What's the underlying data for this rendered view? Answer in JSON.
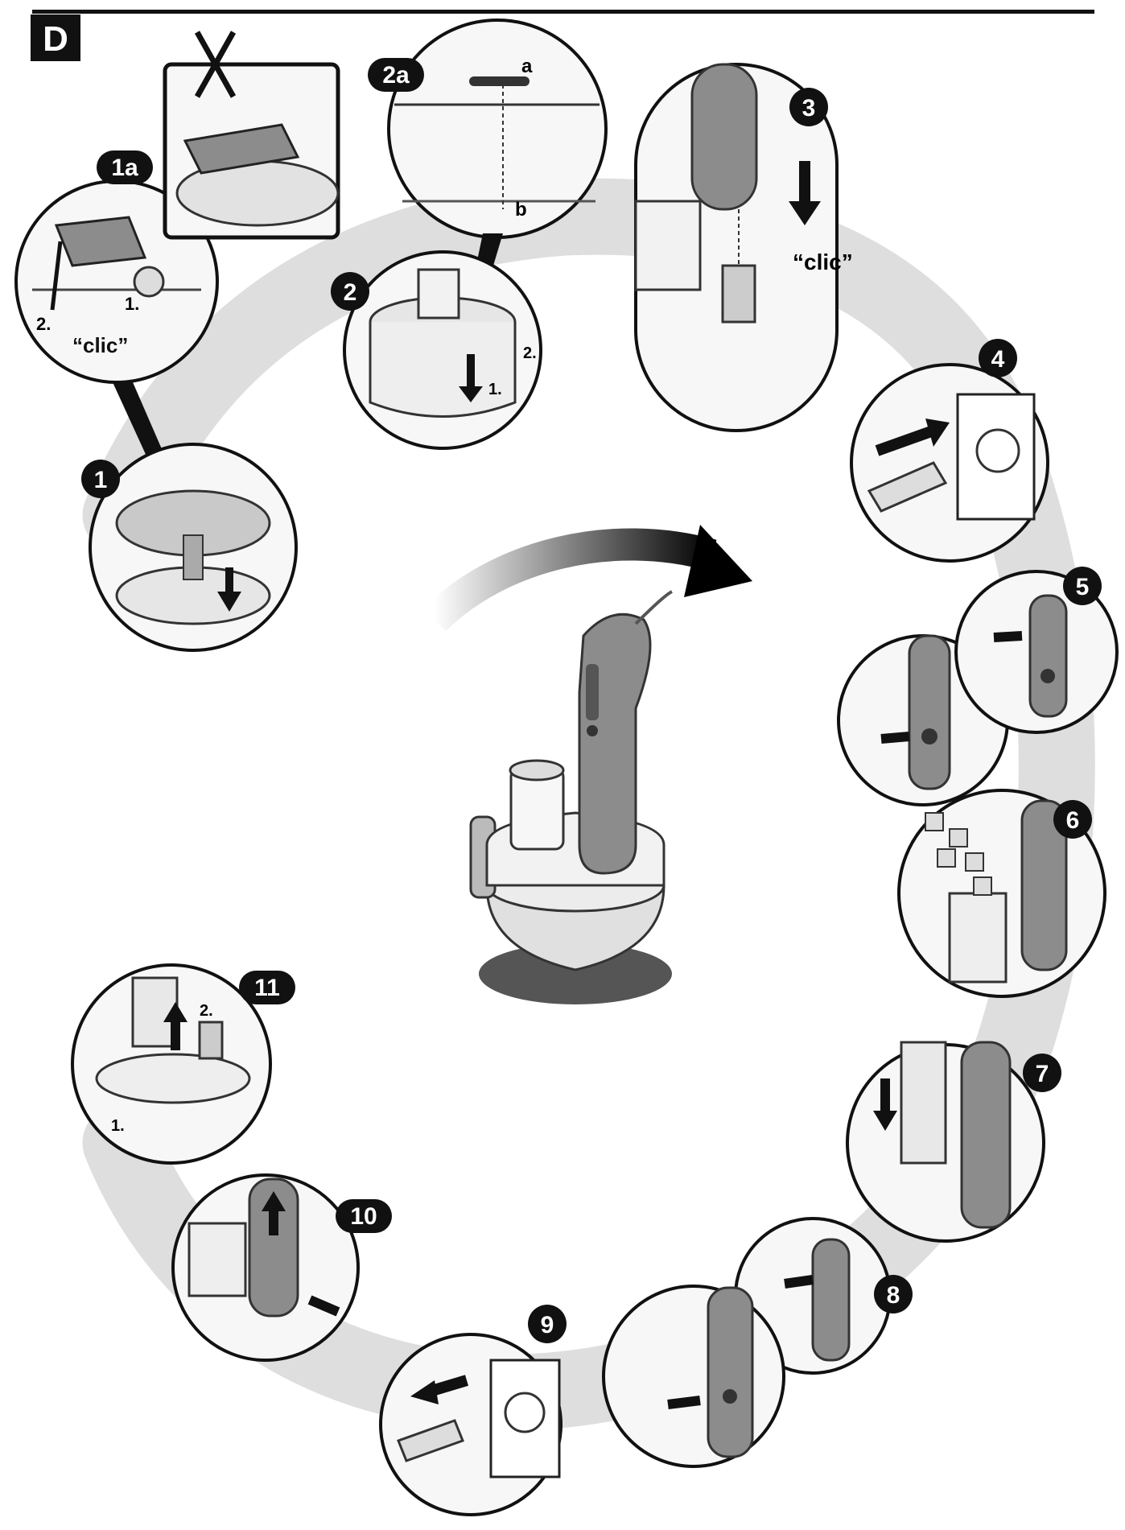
{
  "section": {
    "letter": "D"
  },
  "steps": [
    {
      "id": "1a",
      "label": "1a"
    },
    {
      "id": "2a",
      "label": "2a"
    },
    {
      "id": "1",
      "label": "1"
    },
    {
      "id": "2",
      "label": "2"
    },
    {
      "id": "3",
      "label": "3"
    },
    {
      "id": "4",
      "label": "4"
    },
    {
      "id": "5",
      "label": "5"
    },
    {
      "id": "6",
      "label": "6"
    },
    {
      "id": "7",
      "label": "7"
    },
    {
      "id": "8",
      "label": "8"
    },
    {
      "id": "9",
      "label": "9"
    },
    {
      "id": "10",
      "label": "10"
    },
    {
      "id": "11",
      "label": "11"
    }
  ],
  "annotations": {
    "clic": "“clic”",
    "sub_1": "1.",
    "sub_2": "2.",
    "point_a": "a",
    "point_b": "b"
  },
  "colors": {
    "ink": "#111111",
    "swirl": "#d6d6d6",
    "blender": "#8c8c8c",
    "blender_light": "#cfcfcf",
    "bowl": "#e6e6e6"
  }
}
